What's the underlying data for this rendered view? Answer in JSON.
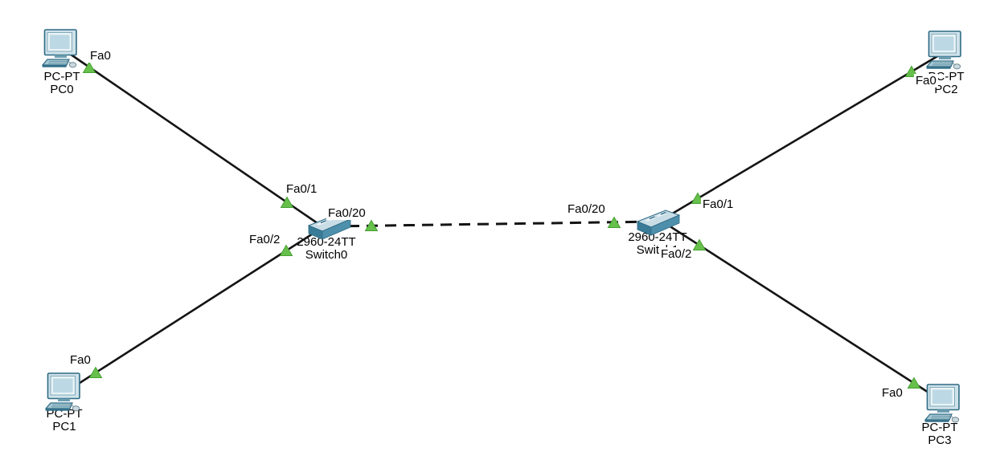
{
  "workspace": {
    "background": "#ffffff"
  },
  "devices": [
    {
      "id": "pc0",
      "type": "pc",
      "model": "PC-PT",
      "name": "PC0"
    },
    {
      "id": "pc1",
      "type": "pc",
      "model": "PC-PT",
      "name": "PC1"
    },
    {
      "id": "pc2",
      "type": "pc",
      "model": "PC-PT",
      "name": "PC2"
    },
    {
      "id": "pc3",
      "type": "pc",
      "model": "PC-PT",
      "name": "PC3"
    },
    {
      "id": "switch0",
      "type": "switch",
      "model": "2960-24TT",
      "name": "Switch0"
    },
    {
      "id": "switch1",
      "type": "switch",
      "model": "2960-24TT",
      "name": "Switch1"
    }
  ],
  "port_labels": [
    {
      "device": "PC0",
      "port": "Fa0"
    },
    {
      "device": "Switch0",
      "port": "Fa0/1"
    },
    {
      "device": "Switch0",
      "port": "Fa0/2"
    },
    {
      "device": "Switch0",
      "port": "Fa0/20"
    },
    {
      "device": "PC1",
      "port": "Fa0"
    },
    {
      "device": "Switch1",
      "port": "Fa0/20"
    },
    {
      "device": "Switch1",
      "port": "Fa0/1"
    },
    {
      "device": "Switch1",
      "port": "Fa0/2"
    },
    {
      "device": "PC2",
      "port": "Fa0"
    },
    {
      "device": "PC3",
      "port": "Fa0"
    }
  ],
  "links": [
    {
      "from_device": "PC0",
      "from_port": "Fa0",
      "to_device": "Switch0",
      "to_port": "Fa0/1",
      "line_style": "solid",
      "endpoint_indicator": "green-triangle-up"
    },
    {
      "from_device": "PC1",
      "from_port": "Fa0",
      "to_device": "Switch0",
      "to_port": "Fa0/2",
      "line_style": "solid",
      "endpoint_indicator": "green-triangle-up"
    },
    {
      "from_device": "Switch0",
      "from_port": "Fa0/20",
      "to_device": "Switch1",
      "to_port": "Fa0/20",
      "line_style": "dashed",
      "endpoint_indicator": "green-triangle-up"
    },
    {
      "from_device": "Switch1",
      "from_port": "Fa0/1",
      "to_device": "PC2",
      "to_port": "Fa0",
      "line_style": "solid",
      "endpoint_indicator": "green-triangle-up"
    },
    {
      "from_device": "Switch1",
      "from_port": "Fa0/2",
      "to_device": "PC3",
      "to_port": "Fa0",
      "line_style": "solid",
      "endpoint_indicator": "green-triangle-up"
    }
  ],
  "colors": {
    "background": "#ffffff",
    "link_line": "#141414",
    "status_up_triangle": "#68c04c",
    "port_label_background": "#ffffff",
    "label_text": "#000000",
    "device_body_teal": "#4e90ac",
    "device_body_light": "#c9dde6"
  }
}
